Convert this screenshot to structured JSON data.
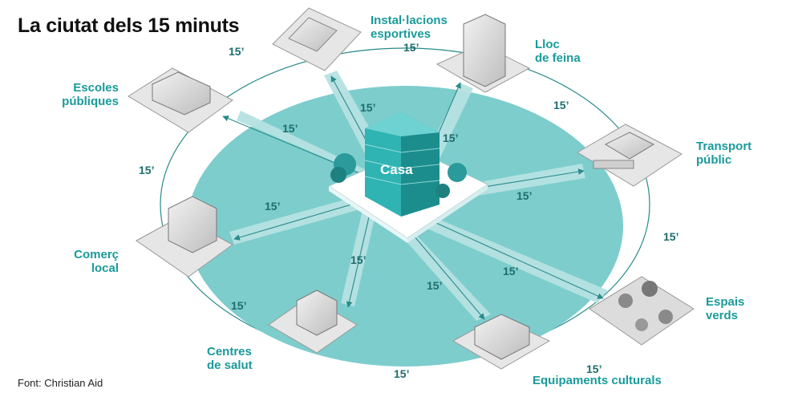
{
  "title": "La ciutat dels 15 minuts",
  "source": "Font: Christian Aid",
  "center_label": "Casa",
  "minutes_label": "15’",
  "colors": {
    "accent": "#1a9a9a",
    "ellipse": "#7dcdcd",
    "ray": "#b6e2e2",
    "line": "#2a8a8a"
  },
  "destinations": [
    {
      "id": "installacions",
      "label": [
        "Instal·lacions",
        "esportives"
      ]
    },
    {
      "id": "lloc-feina",
      "label": [
        "Lloc",
        "de feina"
      ]
    },
    {
      "id": "transport",
      "label": [
        "Transport",
        "públic"
      ]
    },
    {
      "id": "espais-verds",
      "label": [
        "Espais",
        "verds"
      ]
    },
    {
      "id": "equipaments",
      "label": [
        "Equipaments culturals"
      ]
    },
    {
      "id": "salut",
      "label": [
        "Centres",
        "de salut"
      ]
    },
    {
      "id": "comerc",
      "label": [
        "Comerç",
        "local"
      ]
    },
    {
      "id": "escoles",
      "label": [
        "Escoles",
        "públiques"
      ]
    }
  ]
}
